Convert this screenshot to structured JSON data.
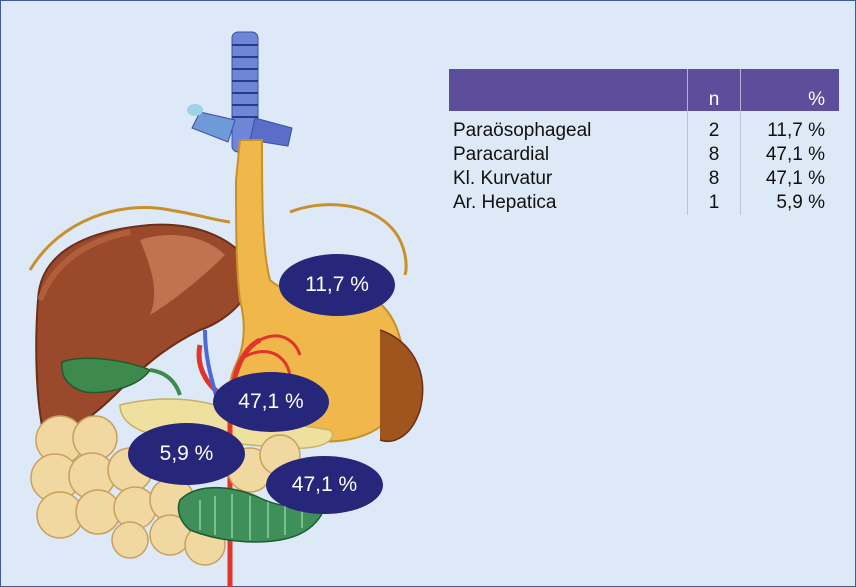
{
  "table": {
    "headers": [
      "",
      "n",
      "%"
    ],
    "rows": [
      {
        "label": "Paraösophageal",
        "n": "2",
        "percent": "11,7 %"
      },
      {
        "label": "Paracardial",
        "n": "8",
        "percent": "47,1 %"
      },
      {
        "label": "Kl. Kurvatur",
        "n": "8",
        "percent": "47,1 %"
      },
      {
        "label": "Ar. Hepatica",
        "n": "1",
        "percent": "5,9 %"
      }
    ]
  },
  "badges": {
    "paraesophageal": "11,7 %",
    "paracardial": "47,1 %",
    "hepatica": "5,9 %",
    "curvature": "47,1 %"
  },
  "colors": {
    "background": "#dde9f6",
    "table_header": "#5c4e9a",
    "badge": "#26267a",
    "stomach": "#f0b84a",
    "liver": "#9a4a2a",
    "colon_green": "#3f8f5a"
  }
}
